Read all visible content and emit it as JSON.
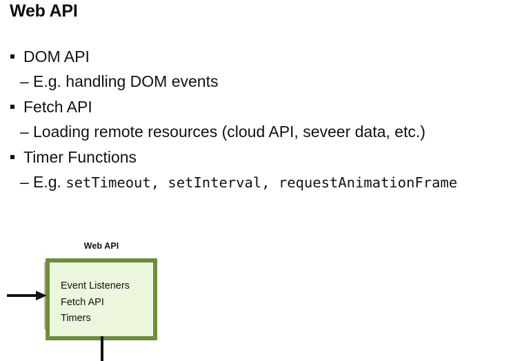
{
  "slide": {
    "title": "Web API",
    "bullets": [
      {
        "label": "DOM API",
        "sub": [
          {
            "dash": "–",
            "text": "E.g. handling DOM events",
            "code": ""
          }
        ]
      },
      {
        "label": "Fetch API",
        "sub": [
          {
            "dash": "–",
            "text": "Loading remote resources (cloud API, seveer data, etc.)",
            "code": ""
          }
        ]
      },
      {
        "label": "Timer Functions",
        "sub": [
          {
            "dash": "–",
            "text": "E.g. ",
            "code": "setTimeout, setInterval, requestAnimationFrame"
          }
        ]
      }
    ]
  },
  "diagram": {
    "caption": "Web API",
    "box_lines": [
      "Event Listeners",
      "Fetch API",
      "Timers"
    ],
    "colors": {
      "box_border": "#6b8e3a",
      "box_fill": "#ebf6dc",
      "arrow": "#111111",
      "text": "#111111",
      "background": "#ffffff"
    },
    "arrow_in_name": "incoming-call-arrow",
    "line_out_name": "outgoing-callback-line"
  }
}
